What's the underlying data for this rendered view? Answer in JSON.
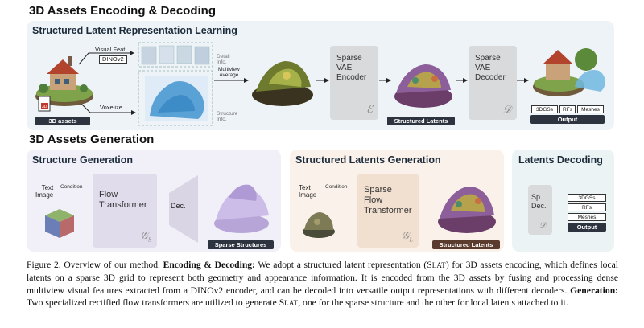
{
  "titles": {
    "encoding": "3D Assets Encoding & Decoding",
    "generation": "3D Assets Generation"
  },
  "panels": {
    "structured_latent": "Structured Latent Representation Learning",
    "structure_gen": "Structure Generation",
    "slat_gen": "Structured Latents Generation",
    "latents_decoding": "Latents Decoding"
  },
  "encoding": {
    "visual_feat": "Visual Feat.",
    "dinov2": "DINOv2",
    "voxelize": "Voxelize",
    "assets_label": "3D assets",
    "detail_info_1": "Detail",
    "detail_info_2": "Info.",
    "multiview_1": "Multiview",
    "multiview_2": "Average",
    "structure_info_1": "Structure",
    "structure_info_2": "Info.",
    "encoder_1": "Sparse",
    "encoder_2": "VAE",
    "encoder_3": "Encoder",
    "encoder_sym": "ℰ",
    "structured_latents": "Structured Latents",
    "decoder_1": "Sparse",
    "decoder_2": "VAE",
    "decoder_3": "Decoder",
    "decoder_sym": "𝒟",
    "outputs": [
      "3DGSs",
      "RFs",
      "Meshes"
    ],
    "output_label": "Output"
  },
  "structure_gen": {
    "text": "Text",
    "image": "Image",
    "condition": "Condition",
    "flow_1": "Flow",
    "flow_2": "Transformer",
    "flow_sym": "𝒢",
    "flow_sub": "S",
    "dec": "Dec.",
    "sparse_structures": "Sparse Structures"
  },
  "slat_gen": {
    "text": "Text",
    "image": "Image",
    "condition": "Condition",
    "flow_1": "Sparse",
    "flow_2": "Flow",
    "flow_3": "Transformer",
    "flow_sym": "𝒢",
    "flow_sub": "L",
    "structured_latents": "Structured Latents"
  },
  "latents_decoding": {
    "sp_1": "Sp.",
    "sp_2": "Dec.",
    "sp_sym": "𝒟",
    "outputs": [
      "3DGSs",
      "RFs",
      "Meshes"
    ],
    "output_label": "Output"
  },
  "caption": {
    "p1": "Figure 2.  Overview of our method.  ",
    "b1": "Encoding & Decoding:",
    "p2": " We adopt a structured latent representation (S",
    "sc1": "LAT",
    "p3": ") for 3D assets encoding, which defines local latents on a sparse 3D grid to represent both geometry and appearance information. It is encoded from the 3D assets by fusing and processing dense multiview visual features extracted from a DINOv2 encoder, and can be decoded into versatile output representations with different decoders. ",
    "b2": "Generation:",
    "p4": " Two specialized rectified flow transformers are utilized to generate S",
    "sc2": "LAT",
    "p5": ", one for the sparse structure and the other for local latents attached to it."
  },
  "colors": {
    "top_panel": "#eef3f8",
    "structure_panel": "#f1eff7",
    "slat_panel": "#faf2ea",
    "decoding_panel": "#ecf3f5",
    "vae_block": "#d8dadb",
    "flow_block_purple": "#e0dcec",
    "flow_block_orange": "#f1dfcf",
    "label_dark": "#2d3440",
    "label_brown": "#5b3b2e"
  }
}
